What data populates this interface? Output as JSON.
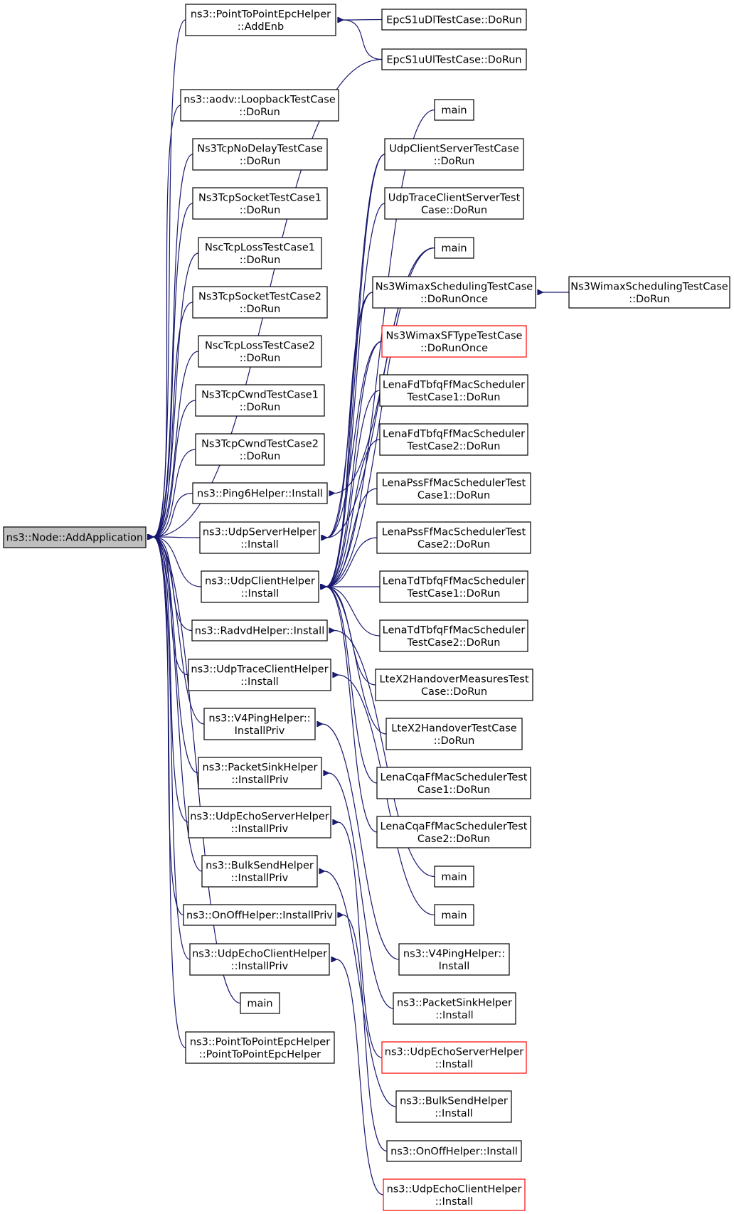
{
  "graph": {
    "root": "ns3::Node::AddApplication",
    "nodes": [
      {
        "id": "root",
        "lines": [
          "ns3::Node::AddApplication"
        ],
        "kind": "root"
      },
      {
        "id": "p2p_addenb",
        "lines": [
          "ns3::PointToPointEpcHelper",
          "::AddEnb"
        ]
      },
      {
        "id": "epc_dl",
        "lines": [
          "EpcS1uDlTestCase::DoRun"
        ]
      },
      {
        "id": "epc_ul",
        "lines": [
          "EpcS1uUlTestCase::DoRun"
        ]
      },
      {
        "id": "aodv",
        "lines": [
          "ns3::aodv::LoopbackTestCase",
          "::DoRun"
        ]
      },
      {
        "id": "tcpnodelay",
        "lines": [
          "Ns3TcpNoDelayTestCase",
          "::DoRun"
        ]
      },
      {
        "id": "tcpsock1",
        "lines": [
          "Ns3TcpSocketTestCase1",
          "::DoRun"
        ]
      },
      {
        "id": "nscloss1",
        "lines": [
          "NscTcpLossTestCase1",
          "::DoRun"
        ]
      },
      {
        "id": "tcpsock2",
        "lines": [
          "Ns3TcpSocketTestCase2",
          "::DoRun"
        ]
      },
      {
        "id": "nscloss2",
        "lines": [
          "NscTcpLossTestCase2",
          "::DoRun"
        ]
      },
      {
        "id": "cwnd1",
        "lines": [
          "Ns3TcpCwndTestCase1",
          "::DoRun"
        ]
      },
      {
        "id": "cwnd2",
        "lines": [
          "Ns3TcpCwndTestCase2",
          "::DoRun"
        ]
      },
      {
        "id": "ping6",
        "lines": [
          "ns3::Ping6Helper::Install"
        ]
      },
      {
        "id": "udpserver",
        "lines": [
          "ns3::UdpServerHelper",
          "::Install"
        ]
      },
      {
        "id": "udpclient",
        "lines": [
          "ns3::UdpClientHelper",
          "::Install"
        ]
      },
      {
        "id": "radvd",
        "lines": [
          "ns3::RadvdHelper::Install"
        ]
      },
      {
        "id": "udptrace",
        "lines": [
          "ns3::UdpTraceClientHelper",
          "::Install"
        ]
      },
      {
        "id": "v4ping",
        "lines": [
          "ns3::V4PingHelper::",
          "InstallPriv"
        ]
      },
      {
        "id": "packetsink",
        "lines": [
          "ns3::PacketSinkHelper",
          "::InstallPriv"
        ]
      },
      {
        "id": "echoserver",
        "lines": [
          "ns3::UdpEchoServerHelper",
          "::InstallPriv"
        ]
      },
      {
        "id": "bulksend",
        "lines": [
          "ns3::BulkSendHelper",
          "::InstallPriv"
        ]
      },
      {
        "id": "onoff",
        "lines": [
          "ns3::OnOffHelper::InstallPriv"
        ]
      },
      {
        "id": "echoclient",
        "lines": [
          "ns3::UdpEchoClientHelper",
          "::InstallPriv"
        ]
      },
      {
        "id": "main_left",
        "lines": [
          "main"
        ]
      },
      {
        "id": "p2p_ctor",
        "lines": [
          "ns3::PointToPointEpcHelper",
          "::PointToPointEpcHelper"
        ]
      },
      {
        "id": "main_r1",
        "lines": [
          "main"
        ]
      },
      {
        "id": "udpcs",
        "lines": [
          "UdpClientServerTestCase",
          "::DoRun"
        ]
      },
      {
        "id": "udptcs",
        "lines": [
          "UdpTraceClientServerTest",
          "Case::DoRun"
        ]
      },
      {
        "id": "main_r2",
        "lines": [
          "main"
        ]
      },
      {
        "id": "wimaxsched",
        "lines": [
          "Ns3WimaxSchedulingTestCase",
          "::DoRunOnce"
        ]
      },
      {
        "id": "wimaxsched2",
        "lines": [
          "Ns3WimaxSchedulingTestCase",
          "::DoRun"
        ]
      },
      {
        "id": "wimaxsf",
        "lines": [
          "Ns3WimaxSFTypeTestCase",
          "::DoRunOnce"
        ],
        "kind": "red"
      },
      {
        "id": "fdtbfq1",
        "lines": [
          "LenaFdTbfqFfMacScheduler",
          "TestCase1::DoRun"
        ]
      },
      {
        "id": "fdtbfq2",
        "lines": [
          "LenaFdTbfqFfMacScheduler",
          "TestCase2::DoRun"
        ]
      },
      {
        "id": "pss1",
        "lines": [
          "LenaPssFfMacSchedulerTest",
          "Case1::DoRun"
        ]
      },
      {
        "id": "pss2",
        "lines": [
          "LenaPssFfMacSchedulerTest",
          "Case2::DoRun"
        ]
      },
      {
        "id": "tdtbfq1",
        "lines": [
          "LenaTdTbfqFfMacScheduler",
          "TestCase1::DoRun"
        ]
      },
      {
        "id": "tdtbfq2",
        "lines": [
          "LenaTdTbfqFfMacScheduler",
          "TestCase2::DoRun"
        ]
      },
      {
        "id": "x2meas",
        "lines": [
          "LteX2HandoverMeasuresTest",
          "Case::DoRun"
        ]
      },
      {
        "id": "x2ho",
        "lines": [
          "LteX2HandoverTestCase",
          "::DoRun"
        ]
      },
      {
        "id": "cqa1",
        "lines": [
          "LenaCqaFfMacSchedulerTest",
          "Case1::DoRun"
        ]
      },
      {
        "id": "cqa2",
        "lines": [
          "LenaCqaFfMacSchedulerTest",
          "Case2::DoRun"
        ]
      },
      {
        "id": "main_r3",
        "lines": [
          "main"
        ]
      },
      {
        "id": "main_r4",
        "lines": [
          "main"
        ]
      },
      {
        "id": "v4ping_inst",
        "lines": [
          "ns3::V4PingHelper::",
          "Install"
        ]
      },
      {
        "id": "psink_inst",
        "lines": [
          "ns3::PacketSinkHelper",
          "::Install"
        ]
      },
      {
        "id": "echoserver_inst",
        "lines": [
          "ns3::UdpEchoServerHelper",
          "::Install"
        ],
        "kind": "red"
      },
      {
        "id": "bulk_inst",
        "lines": [
          "ns3::BulkSendHelper",
          "::Install"
        ]
      },
      {
        "id": "onoff_inst",
        "lines": [
          "ns3::OnOffHelper::Install"
        ]
      },
      {
        "id": "echoclient_inst",
        "lines": [
          "ns3::UdpEchoClientHelper",
          "::Install"
        ],
        "kind": "red"
      }
    ],
    "edges": [
      [
        "p2p_addenb",
        "root"
      ],
      [
        "epc_ul",
        "root"
      ],
      [
        "aodv",
        "root"
      ],
      [
        "tcpnodelay",
        "root"
      ],
      [
        "tcpsock1",
        "root"
      ],
      [
        "nscloss1",
        "root"
      ],
      [
        "tcpsock2",
        "root"
      ],
      [
        "nscloss2",
        "root"
      ],
      [
        "cwnd1",
        "root"
      ],
      [
        "cwnd2",
        "root"
      ],
      [
        "ping6",
        "root"
      ],
      [
        "udpserver",
        "root"
      ],
      [
        "udpclient",
        "root"
      ],
      [
        "radvd",
        "root"
      ],
      [
        "udptrace",
        "root"
      ],
      [
        "v4ping",
        "root"
      ],
      [
        "packetsink",
        "root"
      ],
      [
        "echoserver",
        "root"
      ],
      [
        "bulksend",
        "root"
      ],
      [
        "onoff",
        "root"
      ],
      [
        "echoclient",
        "root"
      ],
      [
        "main_left",
        "root"
      ],
      [
        "p2p_ctor",
        "root"
      ],
      [
        "epc_dl",
        "p2p_addenb"
      ],
      [
        "epc_ul",
        "p2p_addenb"
      ],
      [
        "main_r2",
        "ping6"
      ],
      [
        "udpcs",
        "udpserver"
      ],
      [
        "main_r2",
        "udpserver"
      ],
      [
        "wimaxsched",
        "udpserver"
      ],
      [
        "wimaxsf",
        "udpserver"
      ],
      [
        "main_r1",
        "udpclient"
      ],
      [
        "udpcs",
        "udpclient"
      ],
      [
        "udptcs",
        "udpclient"
      ],
      [
        "main_r2",
        "udpclient"
      ],
      [
        "wimaxsched",
        "udpclient"
      ],
      [
        "wimaxsf",
        "udpclient"
      ],
      [
        "fdtbfq1",
        "udpclient"
      ],
      [
        "fdtbfq2",
        "udpclient"
      ],
      [
        "pss1",
        "udpclient"
      ],
      [
        "pss2",
        "udpclient"
      ],
      [
        "tdtbfq1",
        "udpclient"
      ],
      [
        "tdtbfq2",
        "udpclient"
      ],
      [
        "x2meas",
        "udpclient"
      ],
      [
        "x2ho",
        "udpclient"
      ],
      [
        "cqa1",
        "udpclient"
      ],
      [
        "cqa2",
        "udpclient"
      ],
      [
        "wimaxsched2",
        "wimaxsched"
      ],
      [
        "main_r3",
        "radvd"
      ],
      [
        "main_r4",
        "udptrace"
      ],
      [
        "v4ping_inst",
        "v4ping"
      ],
      [
        "psink_inst",
        "packetsink"
      ],
      [
        "echoserver_inst",
        "echoserver"
      ],
      [
        "bulk_inst",
        "bulksend"
      ],
      [
        "onoff_inst",
        "onoff"
      ],
      [
        "echoclient_inst",
        "echoclient"
      ]
    ]
  }
}
